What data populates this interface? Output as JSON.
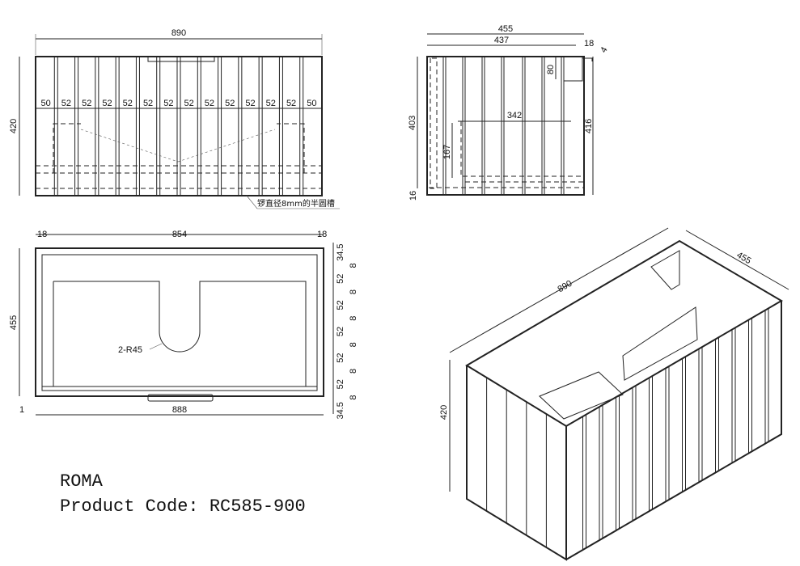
{
  "front_view": {
    "width_label": "890",
    "height_label": "420",
    "slat_spacing_labels": [
      "50",
      "52",
      "52",
      "52",
      "52",
      "52",
      "52",
      "52",
      "52",
      "52",
      "52",
      "52",
      "52",
      "50"
    ],
    "groove_note": "锣直径8mm的半圆槽"
  },
  "side_view": {
    "depth_label": "455",
    "inner_depth_label": "437",
    "panel_label": "18",
    "offset_label": "4",
    "bracket_label": "80",
    "inner_label": "342",
    "left_height_label": "403",
    "right_height_label": "416",
    "drawer_height_label": "167",
    "base_label": "16"
  },
  "top_view": {
    "inner_width_label": "854",
    "left_panel_label": "18",
    "right_panel_label": "18",
    "depth_label": "455",
    "bottom_width_label": "888",
    "gap_label": "1",
    "radius_label": "2-R45",
    "right_dims": [
      "34.5",
      "8",
      "52",
      "8",
      "52",
      "8",
      "52",
      "8",
      "52",
      "8",
      "52",
      "8",
      "34.5"
    ]
  },
  "iso_view": {
    "width_label": "890",
    "depth_label": "455",
    "height_label": "420"
  },
  "product": {
    "name": "ROMA",
    "code_line": "Product Code: RC585-900"
  }
}
